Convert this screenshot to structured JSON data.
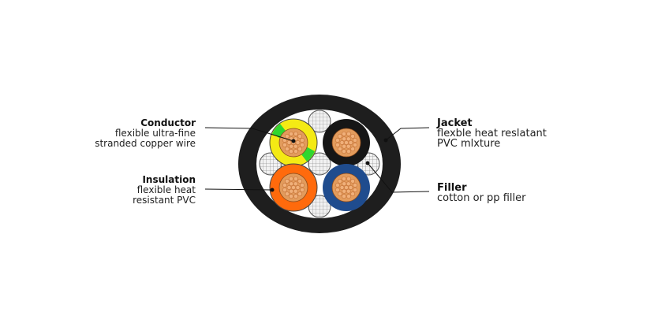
{
  "colors": {
    "jacket": "#1e1e1e",
    "conductor_copper": "#e29b5c",
    "strand_copper": "#c9783d",
    "yellow": "#f4ea14",
    "green": "#2fd62f",
    "black_core": "#161616",
    "orange": "#ff6a0c",
    "blue": "#1f4c8e",
    "filler": "#f0f0f0"
  },
  "labels": {
    "conductor": {
      "title": "Conductor",
      "line1": "flexible ultra-fine",
      "line2": "stranded copper wire"
    },
    "insulation": {
      "title": "Insulation",
      "line1": "flexible heat",
      "line2": "resistant PVC"
    },
    "jacket": {
      "title": "Jacket",
      "line1": "flexble heat reslatant",
      "line2": "PVC mlxture"
    },
    "filler": {
      "title": "Filler",
      "line1": "cotton or pp filler"
    }
  }
}
